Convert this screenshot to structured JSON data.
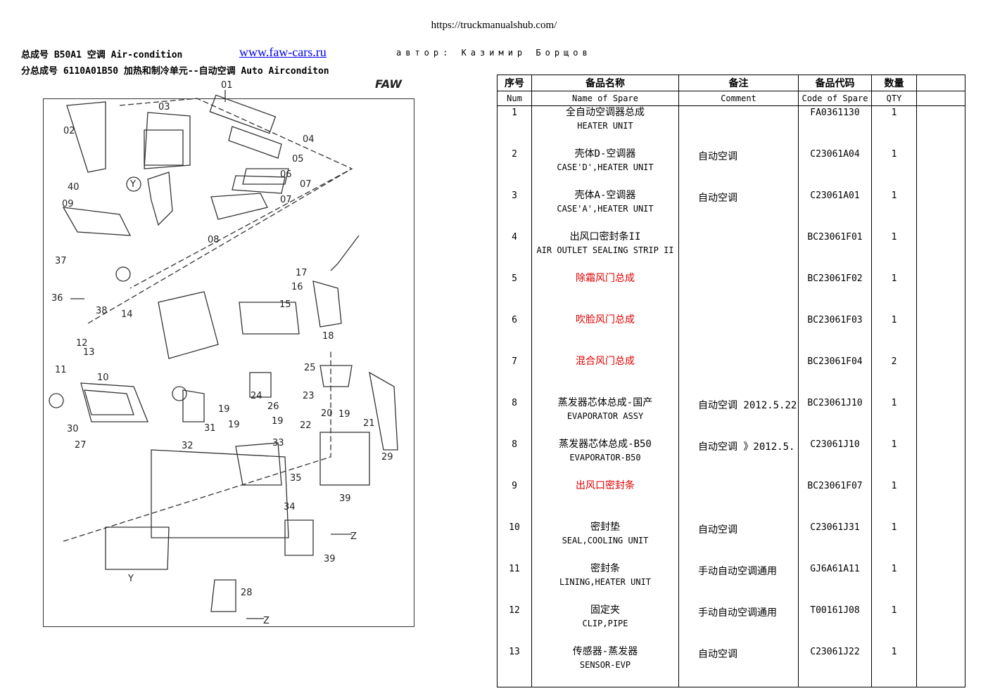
{
  "site_url": "https://truckmanualshub.com/",
  "header": {
    "line1": "总成号 B50A1 空调 Air-condition",
    "line2": "分总成号 6110A01B50 加热和制冷单元--自动空调 Auto Airconditon",
    "link_text": "www.faw-cars.ru",
    "author": "автор: Казимир Борщов"
  },
  "diagram": {
    "logo": "FAW",
    "labels": [
      "01",
      "02",
      "03",
      "04",
      "05",
      "06",
      "07",
      "07",
      "08",
      "09",
      "40",
      "37",
      "36",
      "38",
      "14",
      "15",
      "16",
      "17",
      "18",
      "12",
      "13",
      "11",
      "10",
      "24",
      "26",
      "25",
      "23",
      "20",
      "22",
      "19",
      "19",
      "19",
      "19",
      "21",
      "27",
      "34",
      "29",
      "30",
      "31",
      "32",
      "33",
      "35",
      "39",
      "39",
      "28",
      "Z",
      "Z",
      "Y",
      "Y"
    ]
  },
  "table": {
    "headers_cn": [
      "序号",
      "备品名称",
      "备注",
      "备品代码",
      "数量",
      ""
    ],
    "headers_en": [
      "Num",
      "Name of Spare",
      "Comment",
      "Code of Spare",
      "QTY",
      ""
    ],
    "rows": [
      {
        "num": "1",
        "cn": "全自动空调器总成",
        "en": "HEATER UNIT",
        "comment": "",
        "code": "FA0361130",
        "qty": "1"
      },
      {
        "num": "2",
        "cn": "壳体D-空调器",
        "en": "CASE'D',HEATER UNIT",
        "comment": "自动空调",
        "code": "C23061A04",
        "qty": "1"
      },
      {
        "num": "3",
        "cn": "壳体A-空调器",
        "en": "CASE'A',HEATER UNIT",
        "comment": "自动空调",
        "code": "C23061A01",
        "qty": "1"
      },
      {
        "num": "4",
        "cn": "出风口密封条II",
        "en": "AIR OUTLET SEALING STRIP II",
        "comment": "",
        "code": "BC23061F01",
        "qty": "1"
      },
      {
        "num": "5",
        "cn": "除霜风门总成",
        "en": "",
        "comment": "",
        "code": "BC23061F02",
        "qty": "1"
      },
      {
        "num": "6",
        "cn": "吹脸风门总成",
        "en": "",
        "comment": "",
        "code": "BC23061F03",
        "qty": "1"
      },
      {
        "num": "7",
        "cn": "混合风门总成",
        "en": "",
        "comment": "",
        "code": "BC23061F04",
        "qty": "2"
      },
      {
        "num": "8",
        "cn": "蒸发器芯体总成-国产",
        "en": "EVAPORATOR ASSY",
        "comment": "自动空调  2012.5.22",
        "code": "BC23061J10",
        "qty": "1"
      },
      {
        "num": "8",
        "cn": "蒸发器芯体总成-B50",
        "en": "EVAPORATOR-B50",
        "comment": "自动空调  》2012.5.",
        "code": "C23061J10",
        "qty": "1"
      },
      {
        "num": "9",
        "cn": "出风口密封条",
        "en": "",
        "comment": "",
        "code": "BC23061F07",
        "qty": "1"
      },
      {
        "num": "10",
        "cn": "密封垫",
        "en": "SEAL,COOLING UNIT",
        "comment": "自动空调",
        "code": "C23061J31",
        "qty": "1"
      },
      {
        "num": "11",
        "cn": "密封条",
        "en": "LINING,HEATER UNIT",
        "comment": "手动自动空调通用",
        "code": "GJ6A61A11",
        "qty": "1"
      },
      {
        "num": "12",
        "cn": "固定夹",
        "en": "CLIP,PIPE",
        "comment": "手动自动空调通用",
        "code": "T00161J08",
        "qty": "1"
      },
      {
        "num": "13",
        "cn": "传感器-蒸发器",
        "en": "SENSOR-EVP",
        "comment": "自动空调",
        "code": "C23061J22",
        "qty": "1"
      }
    ],
    "red_rows": [
      4,
      5,
      6,
      9
    ]
  }
}
